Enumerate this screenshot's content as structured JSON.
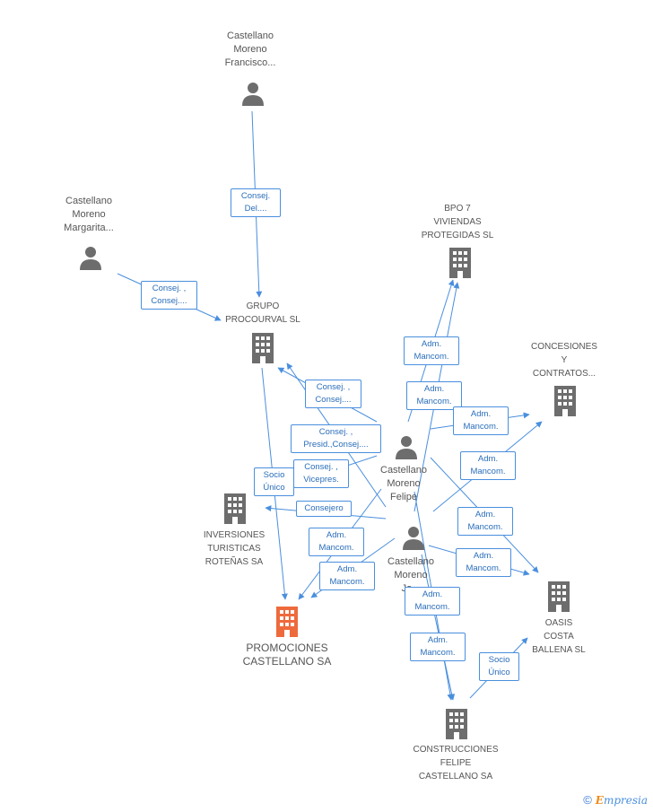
{
  "colors": {
    "edge": "#4a8fde",
    "node": "#6d6d6d",
    "target": "#ee6a3c"
  },
  "nodes": {
    "francisco": {
      "label": "Castellano\nMoreno\nFrancisco...",
      "kind": "person"
    },
    "margarita": {
      "label": "Castellano\nMoreno\nMargarita...",
      "kind": "person"
    },
    "grupo": {
      "label": "GRUPO\nPROCOURVAL SL",
      "kind": "company"
    },
    "bpo7": {
      "label": "BPO 7\nVIVIENDAS\nPROTEGIDAS SL",
      "kind": "company"
    },
    "concesiones": {
      "label": "CONCESIONES\nY\nCONTRATOS...",
      "kind": "company"
    },
    "felipe": {
      "label": "Castellano\nMoreno\nFelipe",
      "kind": "person"
    },
    "inversiones": {
      "label": "INVERSIONES\nTURISTICAS\nROTEÑAS SA",
      "kind": "company"
    },
    "jo": {
      "label": "Castellano\nMoreno\nJo...",
      "kind": "person"
    },
    "oasis": {
      "label": "OASIS\nCOSTA\nBALLENA SL",
      "kind": "company"
    },
    "promociones": {
      "label": "PROMOCIONES\nCASTELLANO SA",
      "kind": "target"
    },
    "construcciones": {
      "label": "CONSTRUCCIONES\nFELIPE\nCASTELLANO SA",
      "kind": "company"
    }
  },
  "edges": [
    {
      "label": "Consej.\nDel...."
    },
    {
      "label": "Consej. ,\nConsej...."
    },
    {
      "label": "Consej. ,\nConsej...."
    },
    {
      "label": "Consej. ,\nPresid.,Consej...."
    },
    {
      "label": "Consej. ,\nVicepres."
    },
    {
      "label": "Socio\nÚnico"
    },
    {
      "label": "Consejero"
    },
    {
      "label": "Adm.\nMancom."
    },
    {
      "label": "Adm.\nMancom."
    },
    {
      "label": "Adm.\nMancom."
    },
    {
      "label": "Adm.\nMancom."
    },
    {
      "label": "Adm.\nMancom."
    },
    {
      "label": "Adm.\nMancom."
    },
    {
      "label": "Adm.\nMancom."
    },
    {
      "label": "Adm.\nMancom."
    },
    {
      "label": "Adm.\nMancom."
    },
    {
      "label": "Adm.\nMancom."
    },
    {
      "label": "Socio\nÚnico"
    }
  ],
  "footer": {
    "copyright": "©",
    "brand_first": "E",
    "brand_rest": "mpresia"
  }
}
